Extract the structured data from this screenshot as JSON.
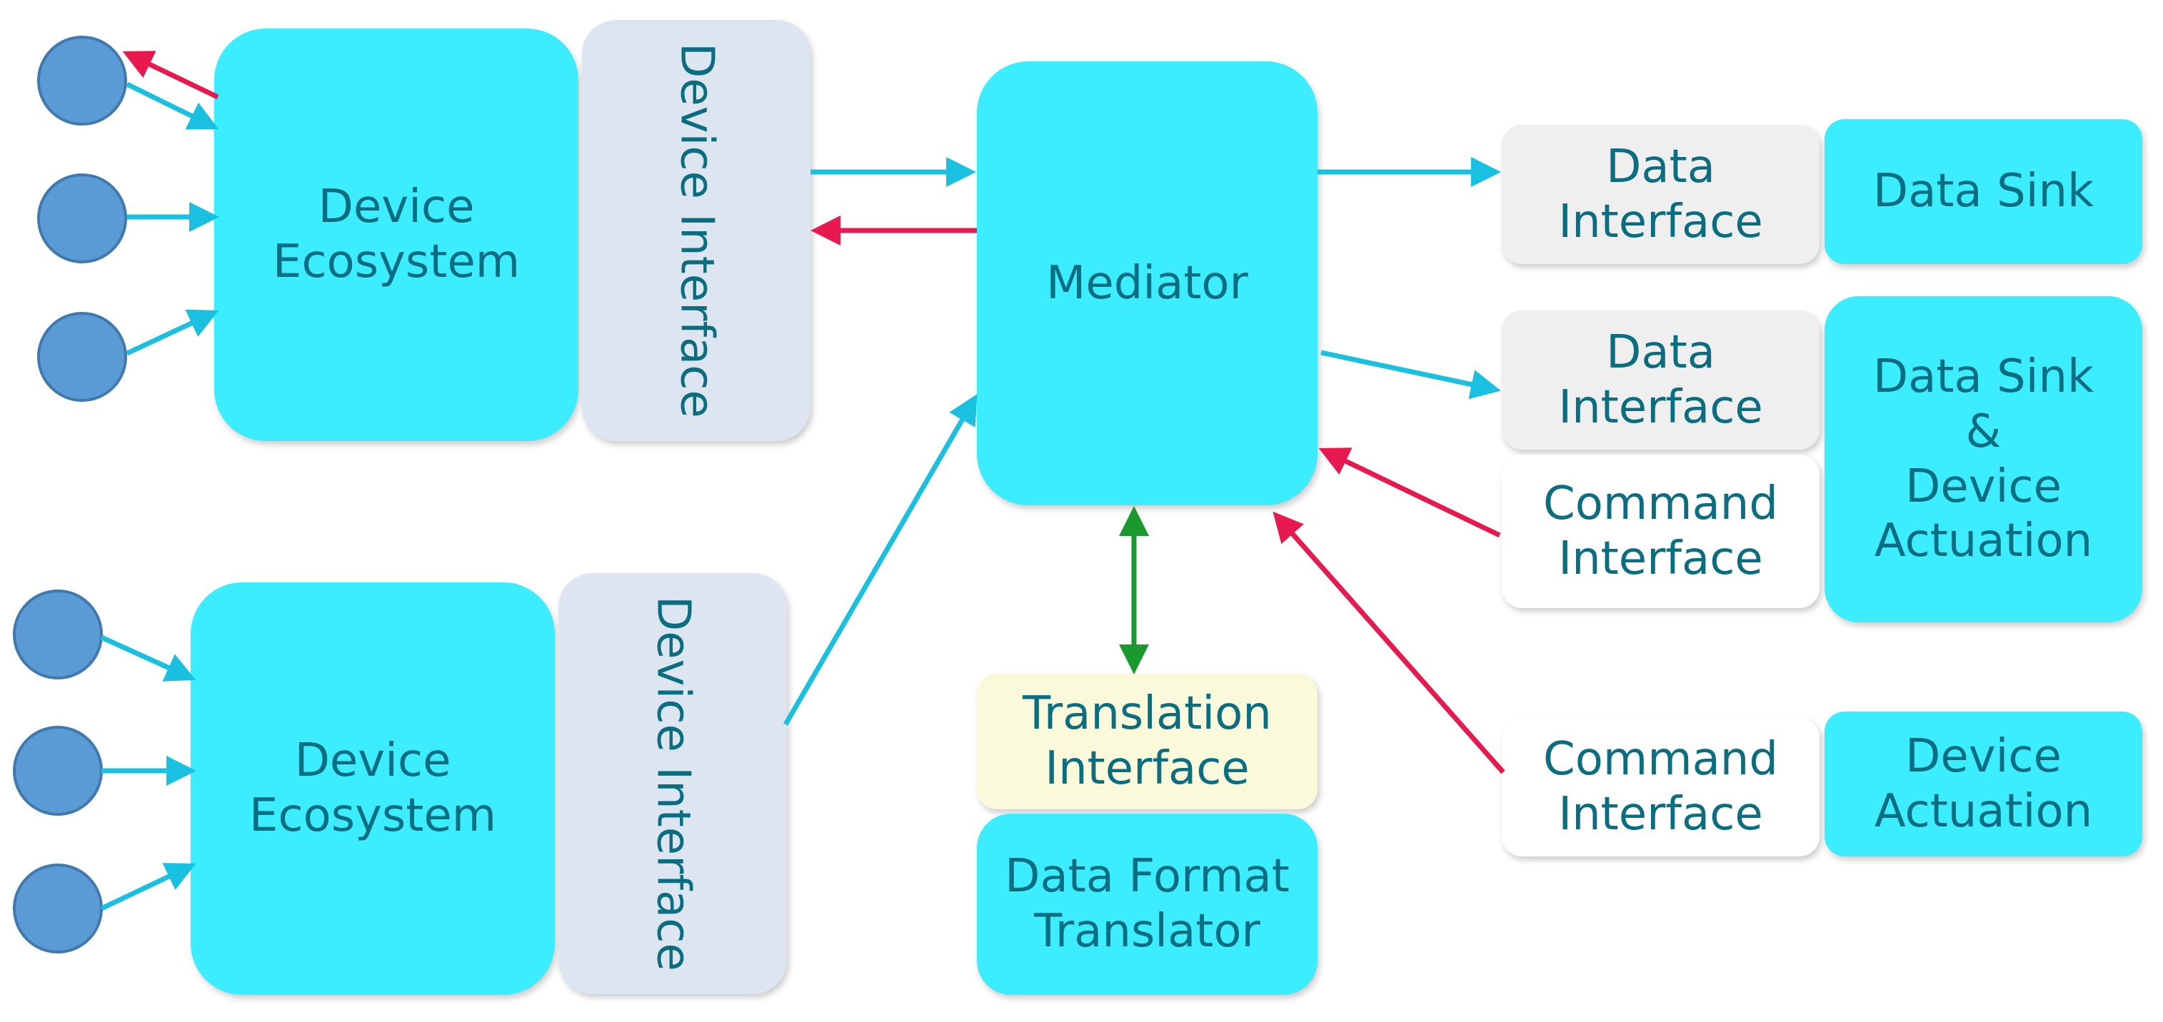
{
  "colors": {
    "box_cyan": "#3cecff",
    "interface_gray": "#dde6f0",
    "text_teal": "#0b6e80",
    "arrow_cyan": "#1ac0e0",
    "arrow_red": "#e8194f",
    "arrow_green": "#1a9a2e",
    "node_blue": "#5b9bd5"
  },
  "top_ecosystem": {
    "label": "Device\nEcosystem",
    "interface_label": "Device Interface"
  },
  "bottom_ecosystem": {
    "label": "Device\nEcosystem",
    "interface_label": "Device Interface"
  },
  "mediator": {
    "label": "Mediator"
  },
  "translator": {
    "interface_label": "Translation\nInterface",
    "label": "Data Format\nTranslator"
  },
  "right_column": {
    "data_interface_1": "Data\nInterface",
    "data_sink": "Data Sink",
    "data_interface_2": "Data\nInterface",
    "command_interface_1": "Command\nInterface",
    "data_sink_actuation": "Data Sink\n&\nDevice\nActuation",
    "command_interface_2": "Command\nInterface",
    "device_actuation": "Device\nActuation"
  }
}
